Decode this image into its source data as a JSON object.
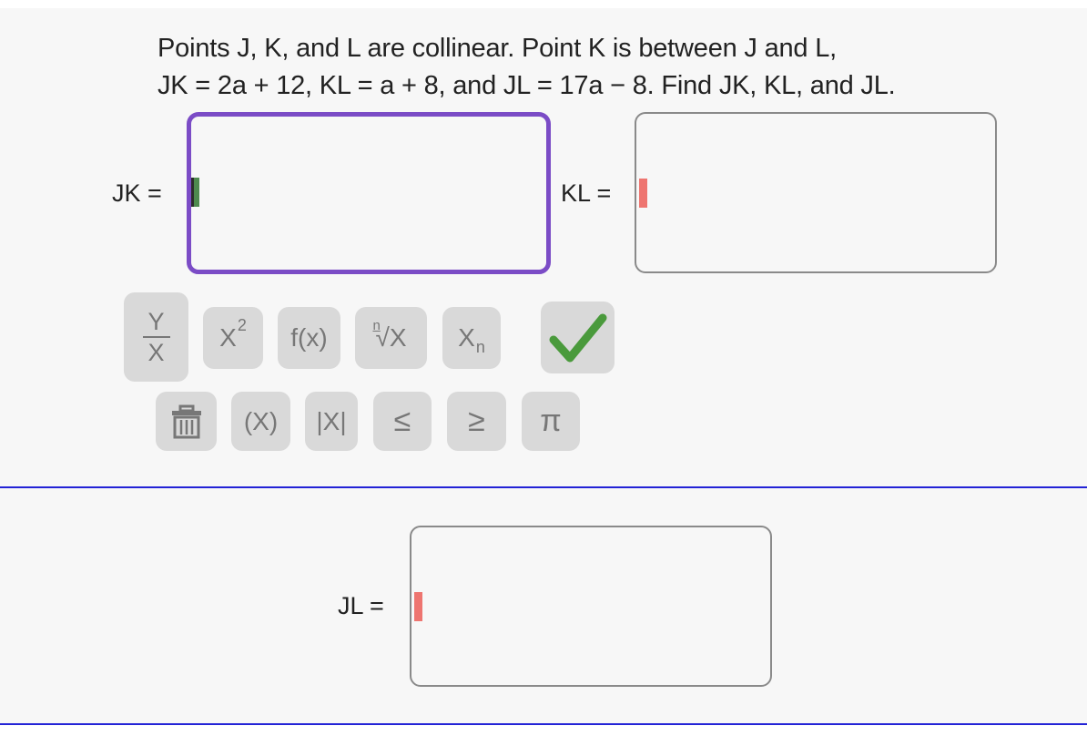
{
  "question": {
    "line1": "Points J, K, and L are collinear. Point K is between J and L,",
    "line2": "JK = 2a + 12, KL = a + 8, and JL = 17a − 8. Find JK, KL, and JL."
  },
  "fields": {
    "jk_label": "JK =",
    "kl_label": "KL =",
    "jl_label": "JL ="
  },
  "keypad": {
    "fraction_num": "Y",
    "fraction_den": "X",
    "power_base": "X",
    "power_exp": "2",
    "function": "f(x)",
    "root_index": "n",
    "root_radicand": "√X",
    "subscript_base": "X",
    "subscript_index": "n",
    "paren": "(X)",
    "abs": "|X|",
    "lte": "≤",
    "gte": "≥",
    "pi": "π"
  },
  "colors": {
    "active_border": "#7b4cc6",
    "divider": "#2323d6",
    "check": "#4a9a3c",
    "cursor_empty": "#ee7570"
  }
}
